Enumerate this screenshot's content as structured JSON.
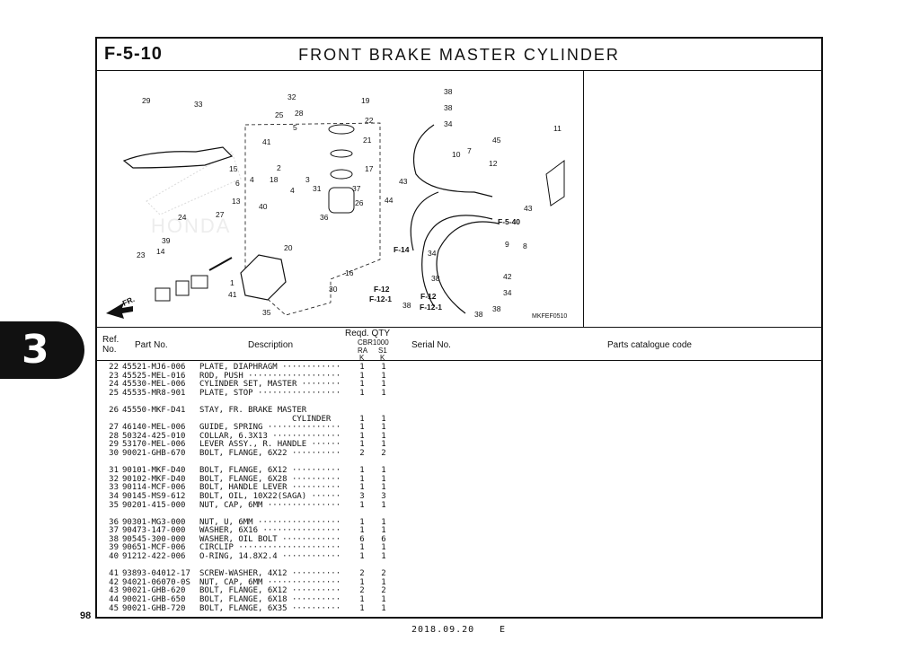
{
  "header": {
    "section": "F-5-10",
    "title": "FRONT BRAKE MASTER CYLINDER"
  },
  "illustration": {
    "code": "MKFEF0510",
    "callouts": [
      "29",
      "33",
      "32",
      "19",
      "28",
      "22",
      "25",
      "5",
      "21",
      "41",
      "15",
      "2",
      "17",
      "6",
      "4",
      "18",
      "3",
      "31",
      "37",
      "13",
      "40",
      "4",
      "26",
      "36",
      "27",
      "24",
      "39",
      "14",
      "20",
      "23",
      "1",
      "16",
      "41",
      "30",
      "35",
      "38",
      "38",
      "34",
      "7",
      "10",
      "11",
      "45",
      "12",
      "43",
      "43",
      "44",
      "F-5-40",
      "F-14",
      "34",
      "8",
      "9",
      "38",
      "42",
      "F-12",
      "F-12-1",
      "34",
      "F-12",
      "F-12-1",
      "38",
      "38",
      "38"
    ],
    "arrow_label": "FR."
  },
  "table": {
    "headers": {
      "ref": "Ref.",
      "no": "No.",
      "part": "Part No.",
      "desc": "Description",
      "reqd": "Reqd. QTY",
      "model": "CBR1000",
      "ra": "RA",
      "s1": "S1",
      "k1": "K",
      "k2": "K",
      "serial": "Serial No.",
      "catalogue": "Parts catalogue code"
    },
    "groups": [
      [
        {
          "ref": "22",
          "part": "45521-MJ6-006",
          "desc": "PLATE, DIAPHRAGM ············",
          "ra": "1",
          "s1": "1"
        },
        {
          "ref": "23",
          "part": "45525-MEL-016",
          "desc": "ROD, PUSH ···················",
          "ra": "1",
          "s1": "1"
        },
        {
          "ref": "24",
          "part": "45530-MEL-006",
          "desc": "CYLINDER SET, MASTER ········",
          "ra": "1",
          "s1": "1"
        },
        {
          "ref": "25",
          "part": "45535-MR8-901",
          "desc": "PLATE, STOP ·················",
          "ra": "1",
          "s1": "1"
        }
      ],
      [
        {
          "ref": "26",
          "part": "45550-MKF-D41",
          "desc": "STAY, FR. BRAKE MASTER",
          "ra": "",
          "s1": ""
        },
        {
          "ref": "",
          "part": "",
          "desc": "                   CYLINDER",
          "ra": "1",
          "s1": "1"
        },
        {
          "ref": "27",
          "part": "46140-MEL-006",
          "desc": "GUIDE, SPRING ···············",
          "ra": "1",
          "s1": "1"
        },
        {
          "ref": "28",
          "part": "50324-425-010",
          "desc": "COLLAR, 6.3X13 ··············",
          "ra": "1",
          "s1": "1"
        },
        {
          "ref": "29",
          "part": "53170-MEL-006",
          "desc": "LEVER ASSY., R. HANDLE ······",
          "ra": "1",
          "s1": "1"
        },
        {
          "ref": "30",
          "part": "90021-GHB-670",
          "desc": "BOLT, FLANGE, 6X22 ··········",
          "ra": "2",
          "s1": "2"
        }
      ],
      [
        {
          "ref": "31",
          "part": "90101-MKF-D40",
          "desc": "BOLT, FLANGE, 6X12 ··········",
          "ra": "1",
          "s1": "1"
        },
        {
          "ref": "32",
          "part": "90102-MKF-D40",
          "desc": "BOLT, FLANGE, 6X28 ··········",
          "ra": "1",
          "s1": "1"
        },
        {
          "ref": "33",
          "part": "90114-MCF-006",
          "desc": "BOLT, HANDLE LEVER ··········",
          "ra": "1",
          "s1": "1"
        },
        {
          "ref": "34",
          "part": "90145-MS9-612",
          "desc": "BOLT, OIL, 10X22(SAGA) ······",
          "ra": "3",
          "s1": "3"
        },
        {
          "ref": "35",
          "part": "90201-415-000",
          "desc": "NUT, CAP, 6MM ···············",
          "ra": "1",
          "s1": "1"
        }
      ],
      [
        {
          "ref": "36",
          "part": "90301-MG3-000",
          "desc": "NUT, U, 6MM ·················",
          "ra": "1",
          "s1": "1"
        },
        {
          "ref": "37",
          "part": "90473-147-000",
          "desc": "WASHER, 6X16 ················",
          "ra": "1",
          "s1": "1"
        },
        {
          "ref": "38",
          "part": "90545-300-000",
          "desc": "WASHER, OIL BOLT ············",
          "ra": "6",
          "s1": "6"
        },
        {
          "ref": "39",
          "part": "90651-MCF-006",
          "desc": "CIRCLIP ·····················",
          "ra": "1",
          "s1": "1"
        },
        {
          "ref": "40",
          "part": "91212-422-006",
          "desc": "O-RING, 14.8X2.4 ············",
          "ra": "1",
          "s1": "1"
        }
      ],
      [
        {
          "ref": "41",
          "part": "93893-04012-17",
          "desc": "SCREW-WASHER, 4X12 ··········",
          "ra": "2",
          "s1": "2"
        },
        {
          "ref": "42",
          "part": "94021-06070-0S",
          "desc": "NUT, CAP, 6MM ···············",
          "ra": "1",
          "s1": "1"
        },
        {
          "ref": "43",
          "part": "90021-GHB-620",
          "desc": "BOLT, FLANGE, 6X12 ··········",
          "ra": "2",
          "s1": "2"
        },
        {
          "ref": "44",
          "part": "90021-GHB-650",
          "desc": "BOLT, FLANGE, 6X18 ··········",
          "ra": "1",
          "s1": "1"
        },
        {
          "ref": "45",
          "part": "90021-GHB-720",
          "desc": "BOLT, FLANGE, 6X35 ··········",
          "ra": "1",
          "s1": "1"
        }
      ]
    ]
  },
  "side_tab": "3",
  "footer": {
    "page": "98",
    "date": "2018.09.20",
    "edition": "E"
  },
  "colors": {
    "ink": "#111111",
    "paper": "#ffffff"
  }
}
